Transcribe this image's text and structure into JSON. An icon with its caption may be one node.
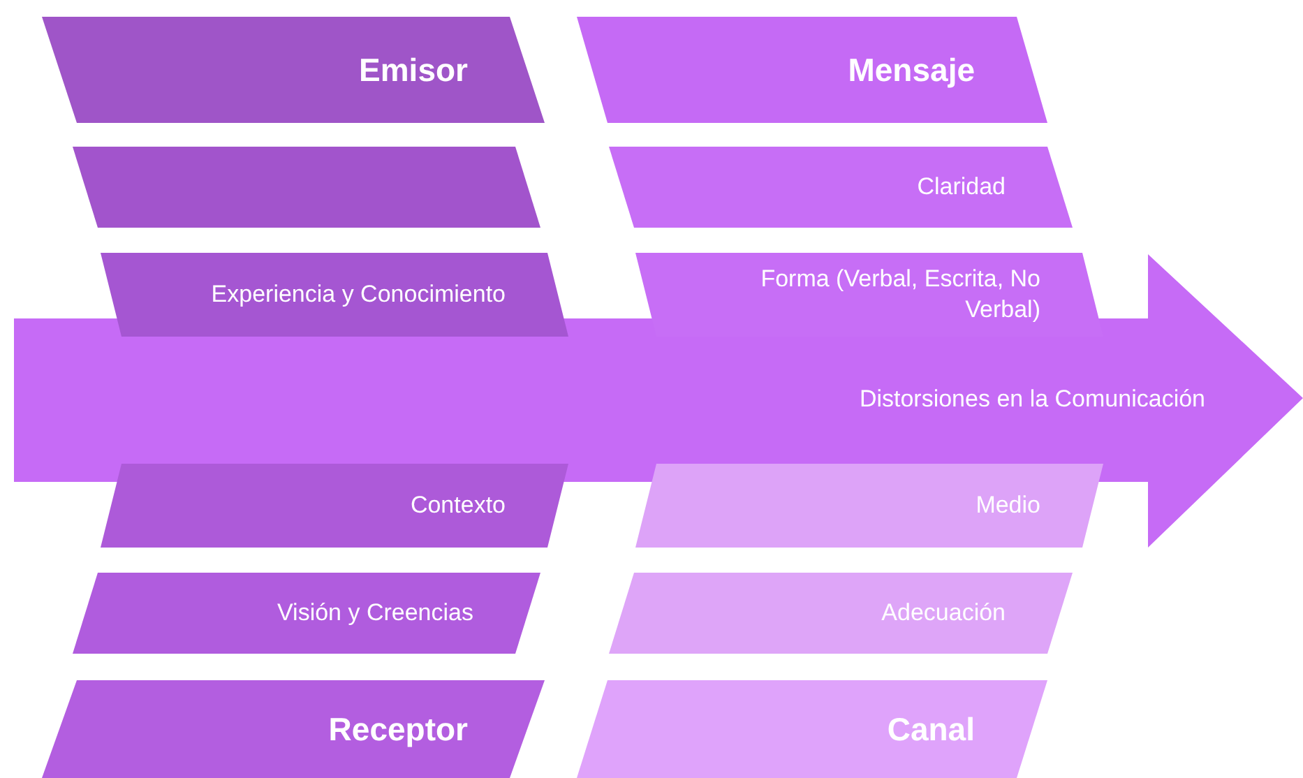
{
  "diagram": {
    "nodes": [
      {
        "text": [
          "Emisor"
        ]
      },
      {
        "text": [
          "Mensaje"
        ]
      },
      {
        "text": [],
        "shape": "box"
      },
      {
        "text": [
          "Claridad"
        ]
      },
      {
        "text": [
          "Experiencia y Conocimiento"
        ]
      },
      {
        "text": [
          "Forma (Verbal, Escrita, No Verbal)"
        ]
      },
      {
        "text": [
          "Distorsiones en la Comunicación"
        ]
      },
      {
        "text": [
          "Contexto"
        ]
      },
      {
        "text": [
          "Medio"
        ]
      },
      {
        "text": [
          "Visión y Creencias"
        ]
      },
      {
        "text": [
          "Adecuación"
        ]
      },
      {
        "text": [
          "Receptor"
        ]
      },
      {
        "text": [
          "Canal"
        ]
      }
    ]
  }
}
